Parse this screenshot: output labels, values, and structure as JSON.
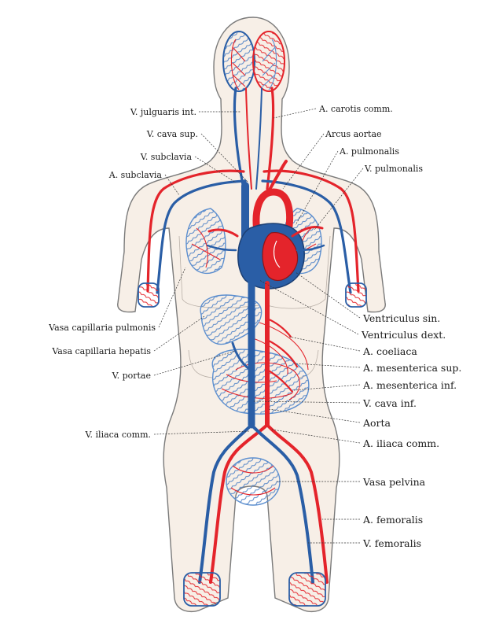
{
  "labels": {
    "jugularis": "V. julguaris int.",
    "cava_sup": "V. cava sup.",
    "subclavia_v": "V. subclavia",
    "subclavia_a": "A. subclavia",
    "cap_pulm": "Vasa capillaria pulmonis",
    "cap_hep": "Vasa capillaria hepatis",
    "portae": "V. portae",
    "iliaca_v": "V. iliaca comm.",
    "carotis": "A. carotis comm.",
    "arcus": "Arcus aortae",
    "pulm_a": "A. pulmonalis",
    "pulm_v": "V. pulmonalis",
    "vent_sin": "Ventriculus sin.",
    "vent_dext": "Ventriculus dext.",
    "coeliaca": "A. coeliaca",
    "mes_sup": "A. mesenterica sup.",
    "mes_inf": "A. mesenterica inf.",
    "cava_inf": "V. cava inf.",
    "aorta": "Aorta",
    "iliaca_a": "A. iliaca comm.",
    "pelvina": "Vasa pelvina",
    "femoralis_a": "A. femoralis",
    "femoralis_v": "V. femoralis"
  },
  "colors": {
    "artery": "#e4242b",
    "vein": "#2a5ea6",
    "capillary_vein": "#5d8fcf",
    "body_fill": "#f7efe7",
    "outline": "#7a7a7a"
  }
}
